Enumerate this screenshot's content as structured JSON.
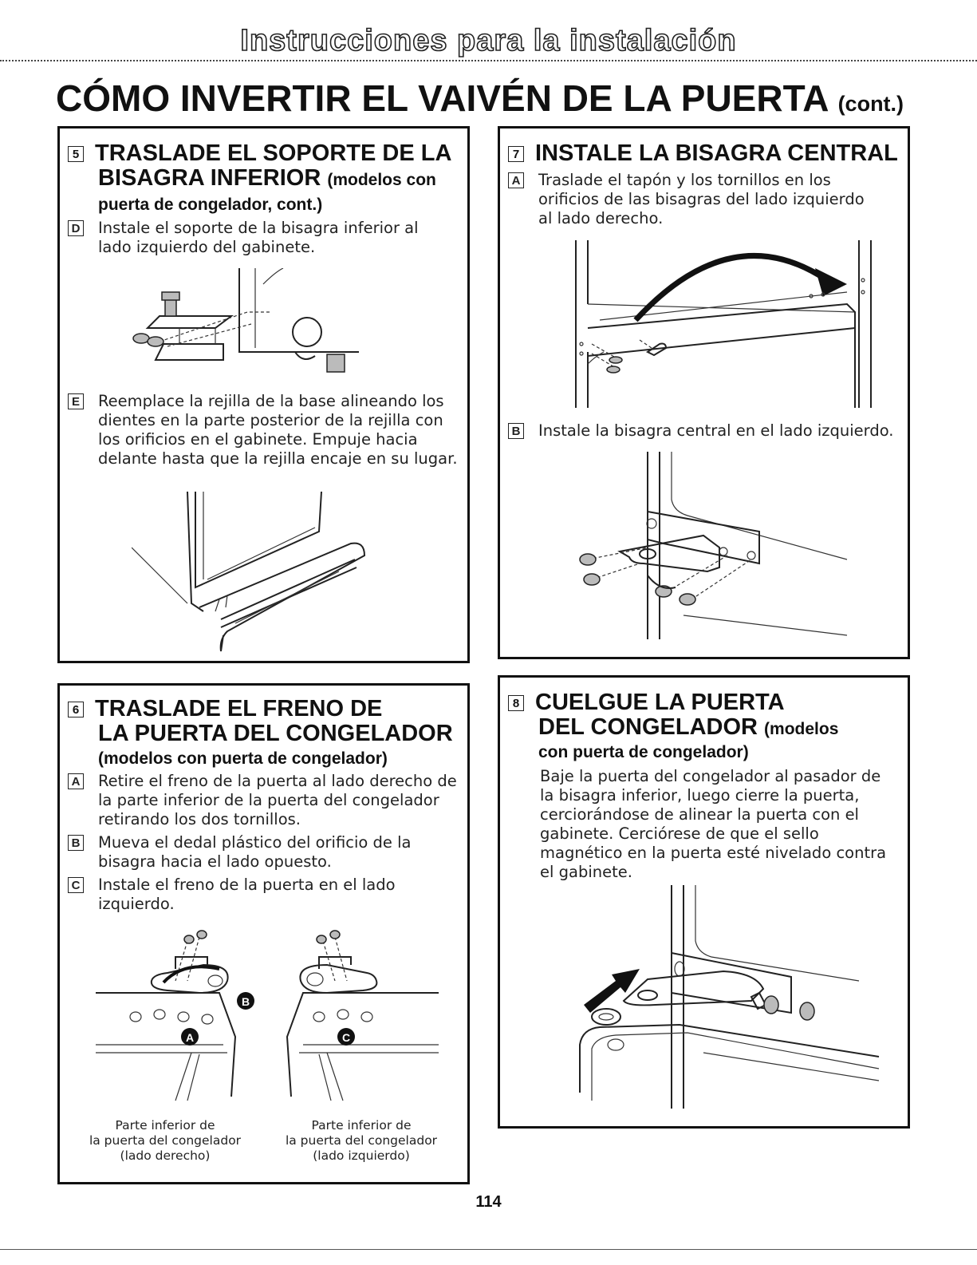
{
  "header": {
    "title": "Instrucciones para la instalación"
  },
  "main_title": {
    "text": "CÓMO INVERTIR EL VAIVÉN DE LA PUERTA",
    "suffix": "(cont.)"
  },
  "section5": {
    "number": "5",
    "title_line1": "TRASLADE EL SOPORTE DE LA",
    "title_line2": "BISAGRA INFERIOR",
    "title_line2_small": "(modelos con",
    "title_line3": "puerta de congelador, cont.)",
    "steps": [
      {
        "letter": "D",
        "text": "Instale el soporte de la bisagra inferior al lado izquierdo del gabinete."
      },
      {
        "letter": "E",
        "text": "Reemplace la rejilla de la base alineando los dientes en la parte posterior de la rejilla con los orificios en el gabinete. Empuje hacia delante hasta que la rejilla encaje en su lugar."
      }
    ]
  },
  "section6": {
    "number": "6",
    "title_line1": "TRASLADE EL FRENO DE",
    "title_line2": "LA PUERTA DEL CONGELADOR",
    "subtitle": "(modelos con puerta de congelador)",
    "steps": [
      {
        "letter": "A",
        "text": "Retire el freno de la puerta al lado derecho de la parte inferior de la puerta del congelador retirando los dos tornillos."
      },
      {
        "letter": "B",
        "text": "Mueva el dedal plástico del orificio de la bisagra hacia el lado opuesto."
      },
      {
        "letter": "C",
        "text": "Instale el freno de la puerta en el lado izquierdo."
      }
    ],
    "badges": [
      "A",
      "B",
      "C"
    ],
    "caption_left": [
      "Parte inferior de",
      "la puerta del congelador",
      "(lado derecho)"
    ],
    "caption_right": [
      "Parte inferior de",
      "la puerta del congelador",
      "(lado izquierdo)"
    ]
  },
  "section7": {
    "number": "7",
    "title": "INSTALE LA BISAGRA CENTRAL",
    "steps": [
      {
        "letter": "A",
        "text": "Traslade el tapón y los tornillos en los orificios de las bisagras del lado izquierdo al lado derecho."
      },
      {
        "letter": "B",
        "text": "Instale la bisagra central en el lado izquierdo."
      }
    ]
  },
  "section8": {
    "number": "8",
    "title_line1": "CUELGUE LA PUERTA",
    "title_line2": "DEL CONGELADOR",
    "title_line2_small": "(modelos",
    "title_line3": "con puerta de congelador)",
    "text": "Baje la puerta del congelador al pasador de la bisagra inferior, luego cierre la puerta, cerciorándose de alinear la puerta con el gabinete. Cerciórese de que el sello magnético en la puerta esté nivelado contra el gabinete."
  },
  "page_number": "114"
}
